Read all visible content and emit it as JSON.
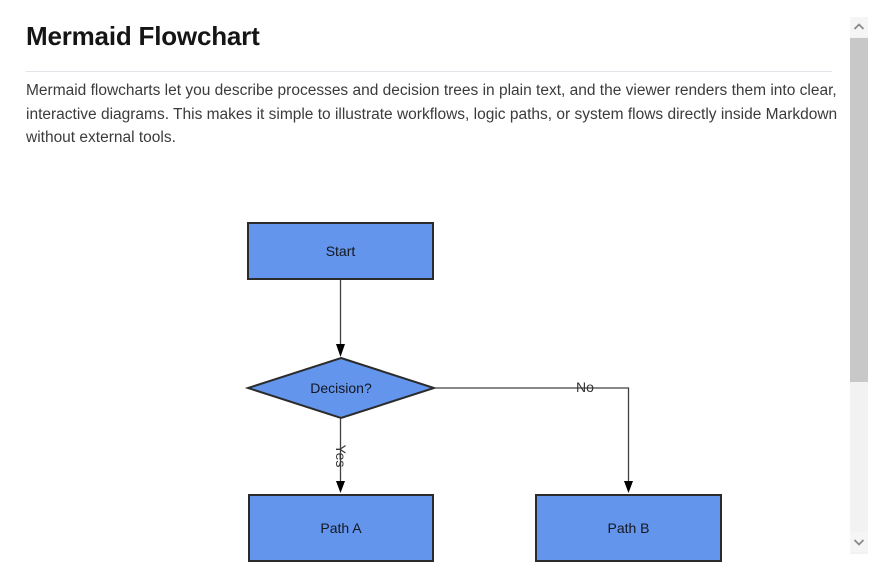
{
  "article": {
    "title": "Mermaid Flowchart",
    "body_text": "Mermaid flowcharts let you describe processes and decision trees in plain text, and the viewer renders them into clear, interactive diagrams. This makes it simple to illustrate workflows, logic paths, or system flows directly inside Markdown without external tools."
  },
  "flowchart": {
    "nodes": [
      {
        "id": "start",
        "label": "Start",
        "shape": "rectangle"
      },
      {
        "id": "decision",
        "label": "Decision?",
        "shape": "diamond"
      },
      {
        "id": "path_a",
        "label": "Path A",
        "shape": "rectangle"
      },
      {
        "id": "path_b",
        "label": "Path B",
        "shape": "rectangle"
      }
    ],
    "edges": [
      {
        "from": "start",
        "to": "decision",
        "label": ""
      },
      {
        "from": "decision",
        "to": "path_a",
        "label": "Yes"
      },
      {
        "from": "decision",
        "to": "path_b",
        "label": "No"
      }
    ],
    "colors": {
      "node_fill": "#6495ED",
      "node_border": "#2b2b2b",
      "edge_line": "#404040",
      "arrowhead": "#000000",
      "node_text": "#14171f",
      "edge_label_text": "#333333"
    }
  },
  "scrollbar": {
    "track_color": "#f2f2f2",
    "thumb_color": "#c8c8c8",
    "arrow_color": "#8a8a8a"
  }
}
